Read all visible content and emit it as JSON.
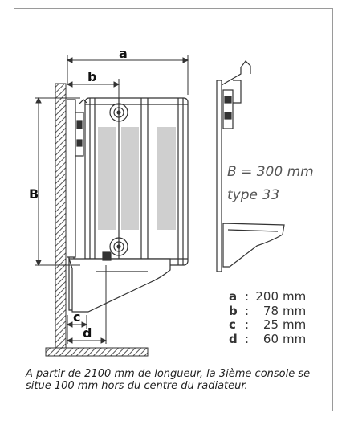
{
  "dimension_labels": {
    "a": "a",
    "b": "b",
    "B": "B",
    "c": "c",
    "d": "d"
  },
  "spec": {
    "width": "B = 300 mm",
    "type": "type 33"
  },
  "legend": [
    {
      "key": "a",
      "sep": ":",
      "value": "200",
      "unit": "mm"
    },
    {
      "key": "b",
      "sep": ":",
      "value": "78",
      "unit": "mm"
    },
    {
      "key": "c",
      "sep": ":",
      "value": "25",
      "unit": "mm"
    },
    {
      "key": "d",
      "sep": ":",
      "value": "60",
      "unit": "mm"
    }
  ],
  "note": "A partir de 2100 mm de longueur, la 3ième console se situe 100 mm hors du centre du radiateur.",
  "colors": {
    "line": "#333333",
    "panel": "#cfcfcf",
    "wall_hatch": "#555555"
  }
}
